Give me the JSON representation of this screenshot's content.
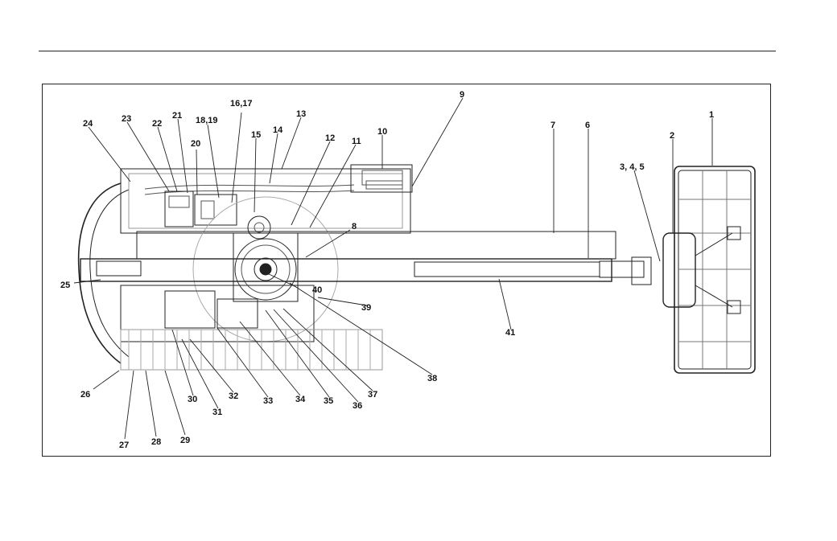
{
  "figure": {
    "callouts": [
      "1",
      "2",
      "3, 4, 5",
      "6",
      "7",
      "8",
      "9",
      "10",
      "11",
      "12",
      "13",
      "14",
      "15",
      "16,17",
      "18,19",
      "20",
      "21",
      "22",
      "23",
      "24",
      "25",
      "26",
      "27",
      "28",
      "29",
      "30",
      "31",
      "32",
      "33",
      "34",
      "35",
      "36",
      "37",
      "38",
      "39",
      "40",
      "41"
    ]
  }
}
